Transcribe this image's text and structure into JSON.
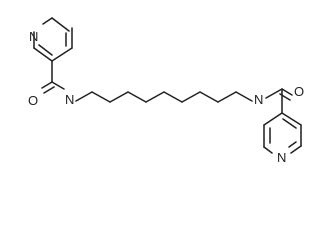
{
  "molecule": {
    "atoms": {
      "ring_top_n": "N",
      "amide_top_o": "O",
      "amide_top_n": "N",
      "amide_right_n": "N",
      "amide_right_o": "O",
      "ring_bottom_n": "N"
    }
  }
}
